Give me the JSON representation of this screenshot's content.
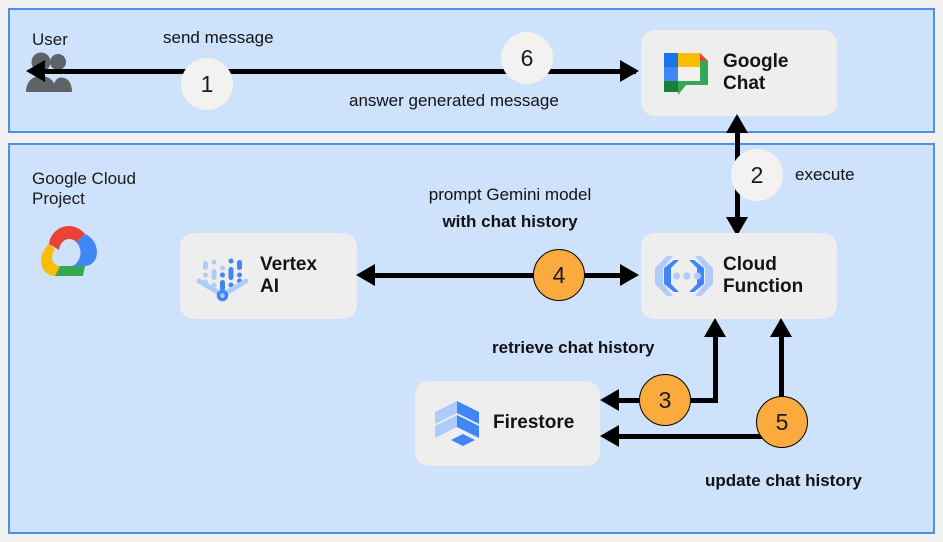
{
  "diagram": {
    "panels": {
      "user": {
        "title": "User"
      },
      "gcp": {
        "title": "Google Cloud\nProject"
      }
    },
    "nodes": {
      "google_chat": {
        "label": "Google\nChat",
        "icon": "google-chat-icon"
      },
      "vertex_ai": {
        "label": "Vertex\nAI",
        "icon": "vertex-ai-icon"
      },
      "cloud_function": {
        "label": "Cloud\nFunction",
        "icon": "cloud-function-icon"
      },
      "firestore": {
        "label": "Firestore",
        "icon": "firestore-icon"
      },
      "user": {
        "icon": "users-group-icon"
      },
      "gcp_logo": {
        "icon": "google-cloud-icon"
      }
    },
    "steps": [
      {
        "number": "1",
        "style": "light"
      },
      {
        "number": "2",
        "style": "light"
      },
      {
        "number": "3",
        "style": "orange"
      },
      {
        "number": "4",
        "style": "orange"
      },
      {
        "number": "5",
        "style": "orange"
      },
      {
        "number": "6",
        "style": "light"
      }
    ],
    "captions": {
      "send_message": "send message",
      "answer_generated_message": "answer generated message",
      "execute": "execute",
      "prompt_regular": "prompt Gemini model",
      "prompt_bold": "with chat history",
      "retrieve_chat_history": "retrieve chat history",
      "update_chat_history": "update chat history"
    },
    "colors": {
      "panel_fill": "#cfe2fb",
      "panel_border": "#4d90e8",
      "card_fill": "#eeeeee",
      "badge_orange": "#fbab3d",
      "badge_light": "#f4f2f0",
      "page_background": "#f1f1f1",
      "google_blue": "#4285f4",
      "google_red": "#ea4335",
      "google_yellow": "#fbbc04",
      "google_green": "#34a853"
    }
  }
}
